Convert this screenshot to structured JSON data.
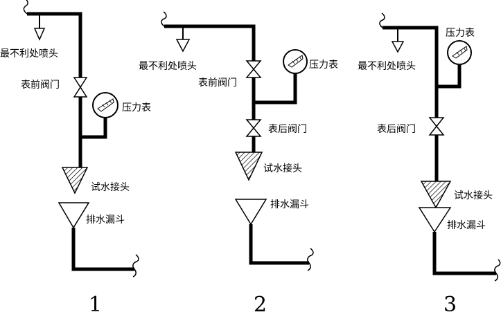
{
  "diagrams": [
    {
      "number": "1",
      "labels": {
        "sprinkler": "最不利处喷头",
        "front_valve": "表前阀门",
        "pressure_gauge": "压力表",
        "test_connector": "试水接头",
        "drain_funnel": "排水漏斗"
      }
    },
    {
      "number": "2",
      "labels": {
        "sprinkler": "最不利处喷头",
        "front_valve": "表前阀门",
        "pressure_gauge": "压力表",
        "rear_valve": "表后阀门",
        "test_connector": "试水接头",
        "drain_funnel": "排水漏斗"
      }
    },
    {
      "number": "3",
      "labels": {
        "sprinkler": "最不利处喷头",
        "pressure_gauge": "压力表",
        "rear_valve": "表后阀门",
        "test_connector": "试水接头",
        "drain_funnel": "排水漏斗"
      }
    }
  ]
}
